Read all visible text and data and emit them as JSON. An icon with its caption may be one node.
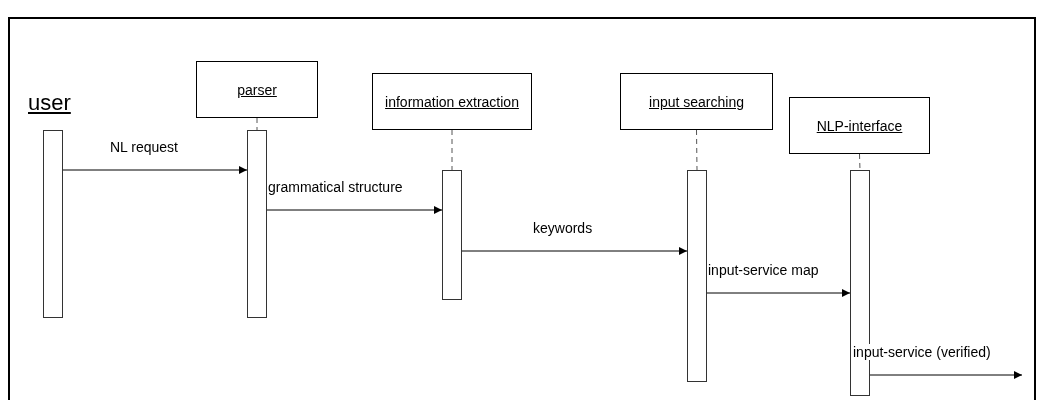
{
  "diagram": {
    "nodes": [
      {
        "text": [
          "user"
        ]
      },
      {
        "text": [
          "parser"
        ]
      },
      {
        "text": [
          "information extraction"
        ]
      },
      {
        "text": [
          "input searching"
        ]
      },
      {
        "text": [
          "NLP-interface"
        ]
      },
      {
        "text": [],
        "shape": "bar"
      },
      {
        "text": [],
        "shape": "bar"
      },
      {
        "text": [],
        "shape": "bar"
      },
      {
        "text": [],
        "shape": "bar"
      },
      {
        "text": [],
        "shape": "bar"
      }
    ],
    "edges": [
      {
        "from": 1,
        "to": 6,
        "arrow": "none",
        "style": "dashed"
      },
      {
        "from": 2,
        "to": 7,
        "arrow": "none",
        "style": "dashed"
      },
      {
        "from": 3,
        "to": 8,
        "arrow": "none",
        "style": "dashed"
      },
      {
        "from": 4,
        "to": 9,
        "arrow": "none",
        "style": "dashed"
      },
      {
        "from": 5,
        "to": 6,
        "arrow": "to",
        "label": "NL request"
      },
      {
        "from": 6,
        "to": 7,
        "arrow": "to",
        "label": "grammatical structure"
      },
      {
        "from": 7,
        "to": 8,
        "arrow": "to",
        "label": "keywords"
      },
      {
        "from": 8,
        "to": 9,
        "arrow": "to",
        "label": "input-service map"
      },
      {
        "from": 9,
        "to": null,
        "arrow": "to",
        "label": "input-service (verified)"
      }
    ]
  }
}
